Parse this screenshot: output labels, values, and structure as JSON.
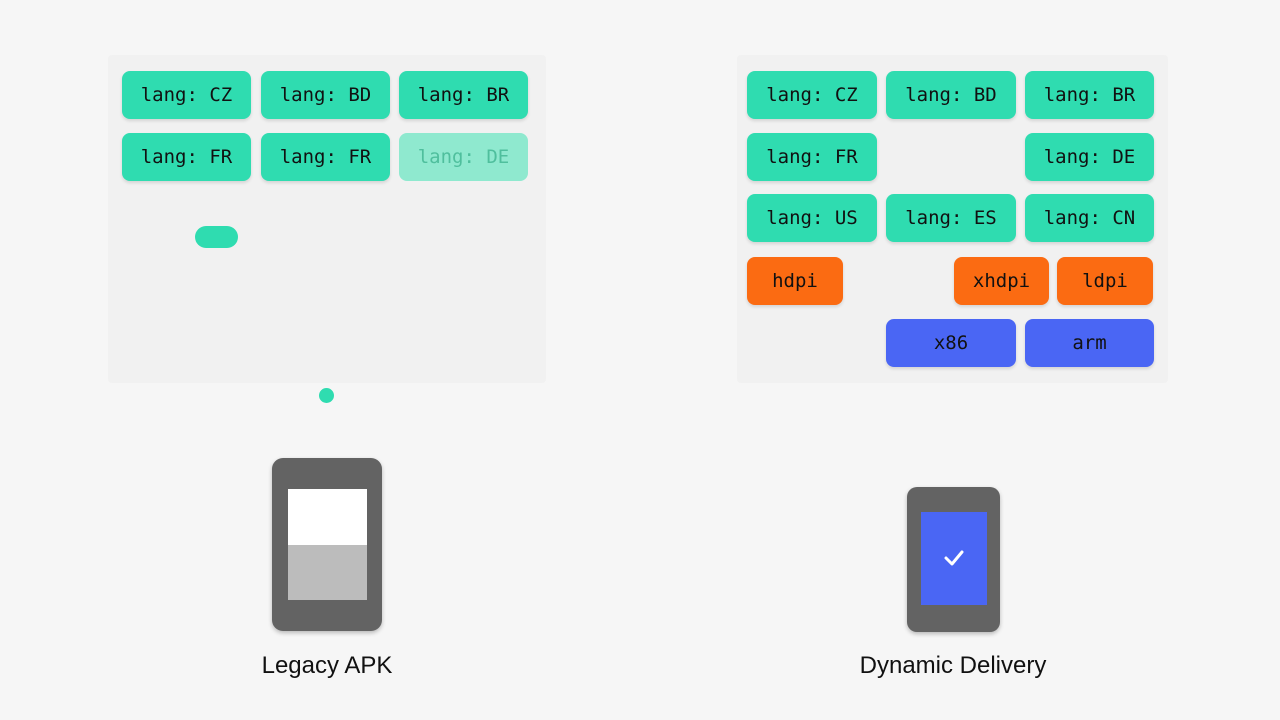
{
  "legacy": {
    "caption": "Legacy APK",
    "chips": [
      {
        "label": "lang: CZ",
        "kind": "lang"
      },
      {
        "label": "lang: BD",
        "kind": "lang"
      },
      {
        "label": "lang: BR",
        "kind": "lang"
      },
      {
        "label": "lang: FR",
        "kind": "lang"
      },
      {
        "label": "lang: FR",
        "kind": "lang"
      },
      {
        "label": "lang: DE",
        "kind": "lang-faded"
      }
    ],
    "storage_fill_fraction": 0.5
  },
  "dynamic": {
    "caption": "Dynamic Delivery",
    "chips": [
      {
        "label": "lang: CZ",
        "kind": "lang"
      },
      {
        "label": "lang: BD",
        "kind": "lang"
      },
      {
        "label": "lang: BR",
        "kind": "lang"
      },
      {
        "label": "lang: FR",
        "kind": "lang"
      },
      {
        "label": "lang: DE",
        "kind": "lang"
      },
      {
        "label": "lang: US",
        "kind": "lang"
      },
      {
        "label": "lang: ES",
        "kind": "lang"
      },
      {
        "label": "lang: CN",
        "kind": "lang"
      },
      {
        "label": "hdpi",
        "kind": "density"
      },
      {
        "label": "xhdpi",
        "kind": "density"
      },
      {
        "label": "ldpi",
        "kind": "density"
      },
      {
        "label": "x86",
        "kind": "abi"
      },
      {
        "label": "arm",
        "kind": "abi"
      }
    ],
    "phone_icon": "checkmark-icon"
  },
  "colors": {
    "lang": "#2fdcb0",
    "density": "#fb6b12",
    "abi": "#4a66f4",
    "phone": "#636363"
  }
}
